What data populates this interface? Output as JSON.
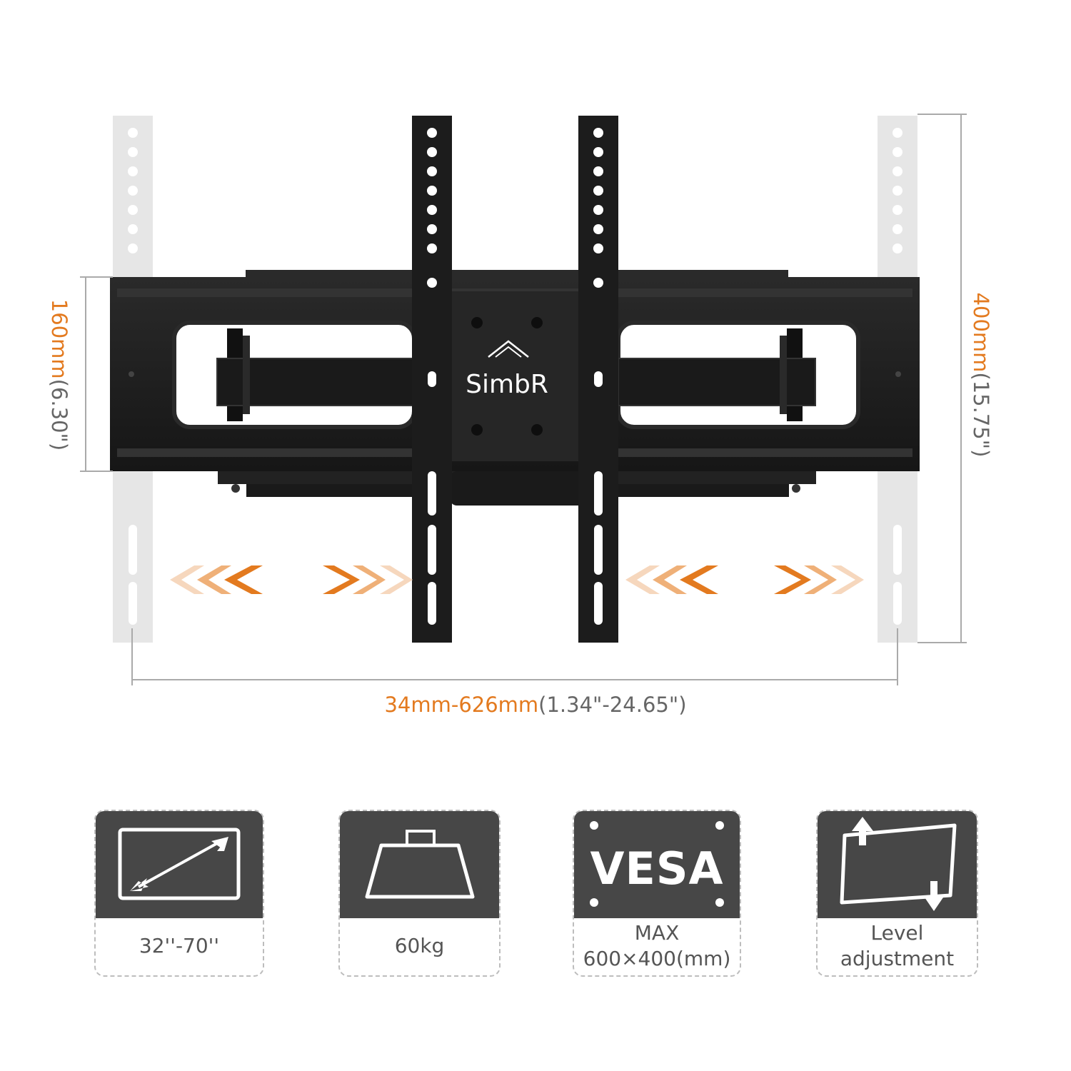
{
  "brand": {
    "logo_text": "SimbR"
  },
  "dimensions": {
    "width_range": "34mm-626mm",
    "width_range_in": "(1.34\"-24.65\")",
    "left_height": "160mm",
    "left_height_in": "(6.30\")",
    "right_height": "400mm",
    "right_height_in": "(15.75\")"
  },
  "features": [
    {
      "icon": "tv-size-icon",
      "label": "32''-70''"
    },
    {
      "icon": "weight-icon",
      "label": "60kg"
    },
    {
      "icon": "vesa-icon",
      "badge": "VESA",
      "label_line1": "MAX",
      "label_line2": "600×400(mm)"
    },
    {
      "icon": "level-adjust-icon",
      "label_line1": "Level",
      "label_line2": "adjustment"
    }
  ],
  "colors": {
    "accent": "#e37a1f",
    "mount": "#1f1f1f",
    "ghost_bracket": "#e4e4e4",
    "card_header": "#474747",
    "dim_text": "#666666"
  }
}
